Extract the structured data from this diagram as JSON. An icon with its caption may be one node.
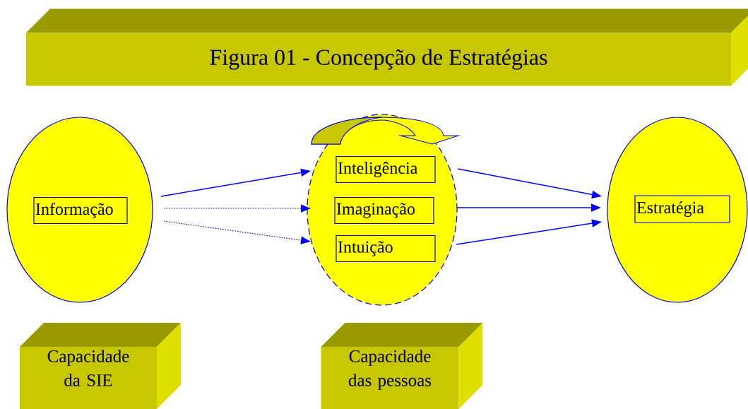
{
  "diagram": {
    "nodes": [
      {
        "text": [
          "Figura 01 - Concepção de Estratégias"
        ]
      },
      {
        "text": [],
        "shape": "ellipse"
      },
      {
        "text": [
          "Informação"
        ],
        "in": 1
      },
      {
        "text": [],
        "shape": "ellipse"
      },
      {
        "text": [
          "Inteligência"
        ],
        "in": 3
      },
      {
        "text": [
          "Imaginação"
        ],
        "in": 3
      },
      {
        "text": [
          "Intuição"
        ],
        "in": 3
      },
      {
        "text": [],
        "shape": "ellipse"
      },
      {
        "text": [
          "Estratégia"
        ],
        "in": 7
      },
      {
        "text": [
          "Capacidade da SIE"
        ]
      },
      {
        "text": [
          "Capacidade das pessoas"
        ]
      }
    ],
    "edges": [
      {
        "from": 1,
        "to": 4,
        "arrow": "to"
      },
      {
        "from": 1,
        "to": 5,
        "arrow": "to",
        "style": "dashed"
      },
      {
        "from": 1,
        "to": 6,
        "arrow": "to",
        "style": "dashed"
      },
      {
        "from": 4,
        "to": 7,
        "arrow": "to"
      },
      {
        "from": 5,
        "to": 7,
        "arrow": "to"
      },
      {
        "from": 6,
        "to": 7,
        "arrow": "to"
      }
    ]
  }
}
